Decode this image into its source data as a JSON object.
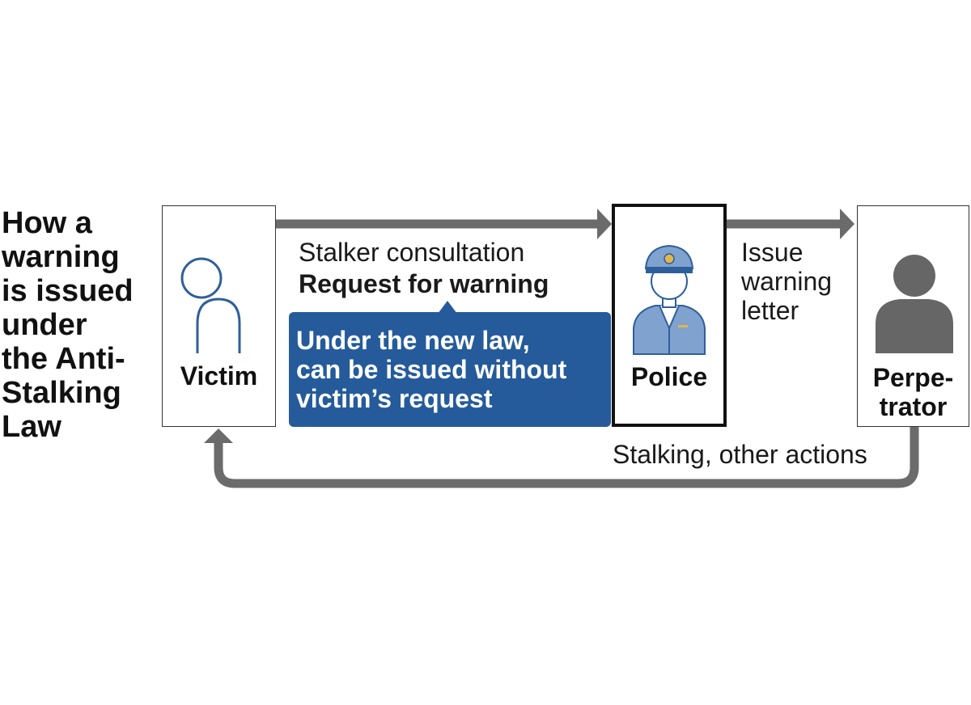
{
  "title": {
    "lines": [
      "How a",
      "warning",
      "is issued",
      "under",
      "the Anti-",
      "Stalking",
      "Law"
    ]
  },
  "victim": {
    "label": "Victim"
  },
  "police": {
    "label": "Police"
  },
  "perpetrator": {
    "label_lines": [
      "Perpe-",
      "trator"
    ]
  },
  "flow_victim_police": {
    "line1": "Stalker consultation",
    "line2": "Request for warning"
  },
  "callout": {
    "lines": [
      "Under the new law,",
      "can be issued without",
      "victim’s request"
    ]
  },
  "flow_police_perpetrator": {
    "lines": [
      "Issue",
      "warning",
      "letter"
    ]
  },
  "flow_perpetrator_victim": {
    "label": "Stalking, other actions"
  },
  "colors": {
    "arrow": "#6b6b6b",
    "callout": "#255b9b",
    "victim_outline": "#2f5f9a",
    "police_uniform": "#7fa2cf",
    "perpetrator_silhouette": "#666666"
  }
}
